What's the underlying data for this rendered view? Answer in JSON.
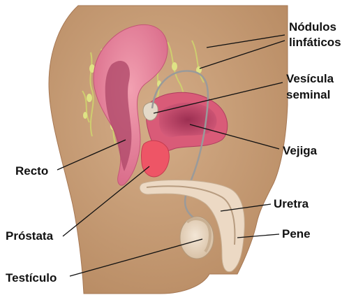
{
  "labels": {
    "nodulos_line1": "Nódulos",
    "nodulos_line2": "linfáticos",
    "vesicula_line1": "Vesícula",
    "vesicula_line2": "seminal",
    "vejiga": "Vejiga",
    "recto": "Recto",
    "uretra": "Uretra",
    "prostata": "Próstata",
    "pene": "Pene",
    "testiculo": "Testículo"
  },
  "colors": {
    "background": "#ffffff",
    "skin": "#c9a07a",
    "skin_dark": "#a97a55",
    "bladder": "#d95b78",
    "bladder_inner": "#a8385a",
    "rectum": "#e58096",
    "rectum_inner": "#b04a6a",
    "prostate": "#ee5566",
    "lymph": "#d8dc7a",
    "penis_tissue": "#ecd9c4",
    "duct": "#9a9a9a",
    "label_text": "#111111"
  }
}
